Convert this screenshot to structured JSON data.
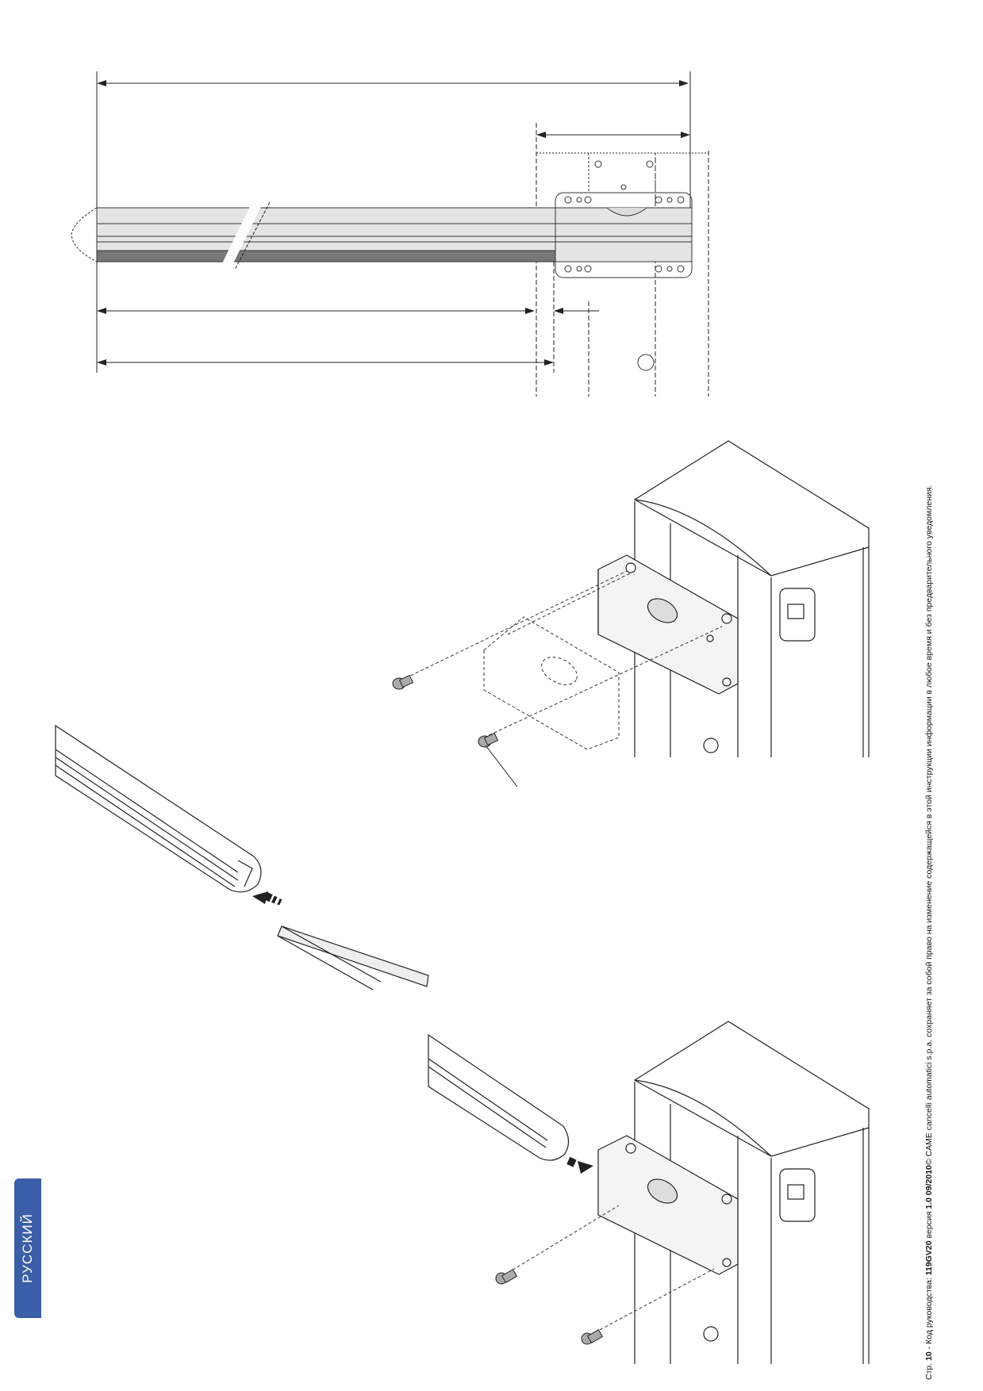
{
  "language_tab": "РУССКИЙ",
  "footer": {
    "page_prefix": "Стр.",
    "page_number": "10",
    "sep": " - ",
    "code_label": "Код руководства:",
    "code": "119GV20",
    "version_label": "версия",
    "version": "1.0",
    "date": "09/2010",
    "copyright": "© CAME cancelli automatici s.p.a.",
    "notice": "сохраняет за собой право на изменение содержащейся в этой инструкции информации в любое время и без предварительного уведомления."
  },
  "colors": {
    "accent": "#3b5ea8",
    "line": "#222222",
    "beam_fill": "#e0e0e0",
    "beam_dark": "#555555"
  }
}
